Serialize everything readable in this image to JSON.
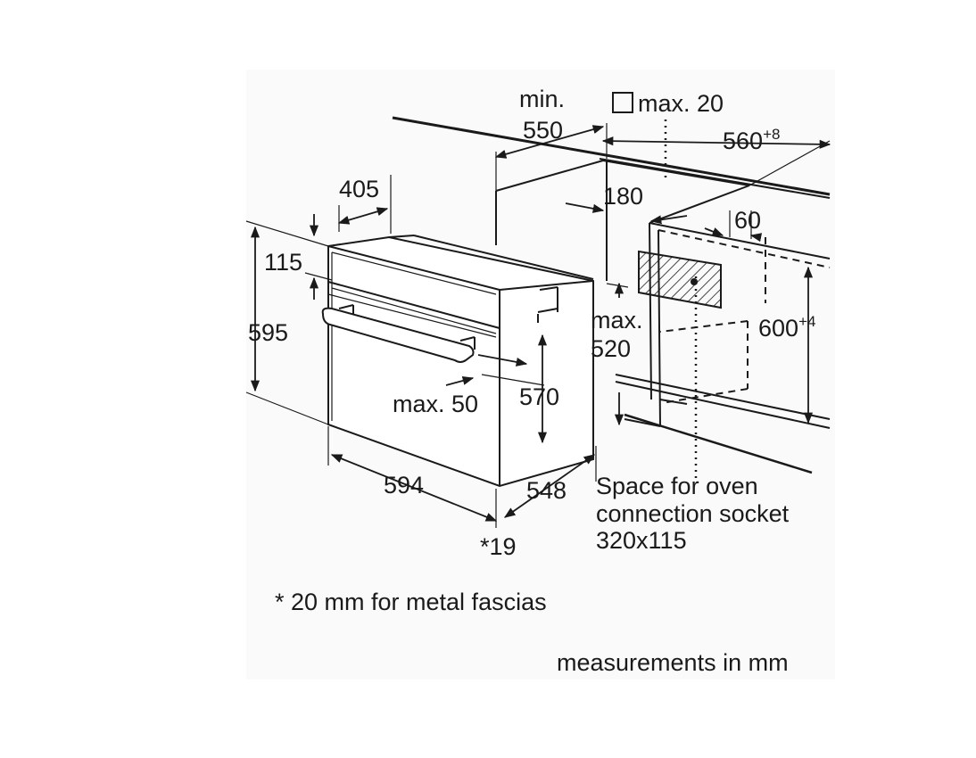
{
  "dimensions": {
    "min_label": "min.",
    "min_value": "550",
    "max_label": "max. 20",
    "niche_width": "560",
    "niche_width_tol": "+8",
    "depth_405": "405",
    "d180": "180",
    "d60": "60",
    "d115": "115",
    "d595": "595",
    "d600": "600",
    "d600_tol": "+4",
    "max520_label": "max.",
    "max520_value": "520",
    "max50": "max. 50",
    "d570": "570",
    "d594": "594",
    "d548": "548",
    "d19": "*19"
  },
  "socket_note": [
    "Space for oven",
    "connection socket",
    "320x115"
  ],
  "footnote": "* 20 mm for metal fascias",
  "units_note": "measurements in mm"
}
